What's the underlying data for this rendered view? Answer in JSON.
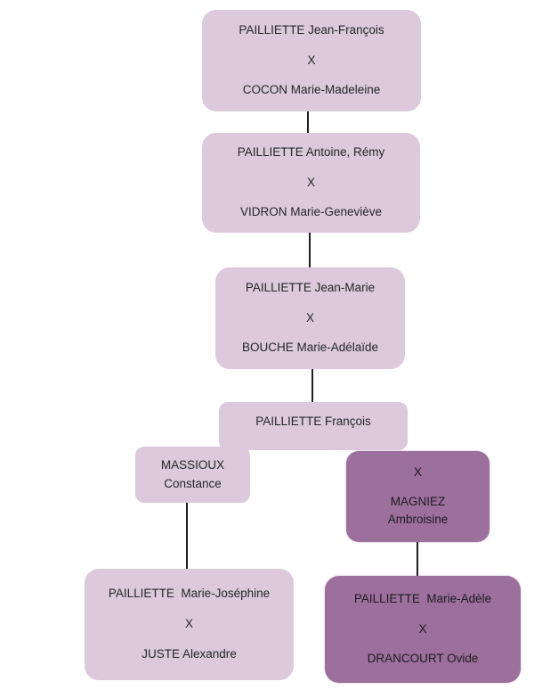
{
  "diagram": {
    "type": "genealogy-tree",
    "colors": {
      "light_box": "#dcc9dc",
      "dark_box": "#9c6f9c",
      "connector": "#1e1e1e",
      "text": "#262626"
    },
    "nodes": [
      {
        "id": "gen1-couple",
        "lines": [
          "PAILLIETTE Jean-François",
          "X",
          "COCON Marie-Madeleine"
        ],
        "style": "light"
      },
      {
        "id": "gen2-couple",
        "lines": [
          "PAILLIETTE Antoine, Rémy",
          "X",
          "VIDRON Marie-Geneviève"
        ],
        "style": "light"
      },
      {
        "id": "gen3-couple",
        "lines": [
          "PAILLIETTE Jean-Marie",
          "X",
          "BOUCHE Marie-Adélaïde"
        ],
        "style": "light"
      },
      {
        "id": "gen4-person",
        "lines": [
          "PAILLIETTE François"
        ],
        "style": "light"
      },
      {
        "id": "gen4-spouse-1",
        "lines": [
          "MASSIOUX",
          "Constance"
        ],
        "style": "light"
      },
      {
        "id": "gen4-spouse-2",
        "lines": [
          "X",
          "MAGNIEZ",
          "Ambroisine"
        ],
        "style": "dark"
      },
      {
        "id": "gen5-couple-1",
        "lines": [
          "PAILLIETTE  Marie-Joséphine",
          "X",
          "JUSTE Alexandre"
        ],
        "style": "light"
      },
      {
        "id": "gen5-couple-2",
        "lines": [
          "PAILLIETTE  Marie-Adèle",
          "X",
          "DRANCOURT Ovide"
        ],
        "style": "dark"
      }
    ],
    "edges": [
      {
        "from": "gen1-couple",
        "to": "gen2-couple"
      },
      {
        "from": "gen2-couple",
        "to": "gen3-couple"
      },
      {
        "from": "gen3-couple",
        "to": "gen4-person"
      },
      {
        "from": "gen4-spouse-1",
        "to": "gen5-couple-1"
      },
      {
        "from": "gen4-spouse-2",
        "to": "gen5-couple-2"
      }
    ]
  }
}
